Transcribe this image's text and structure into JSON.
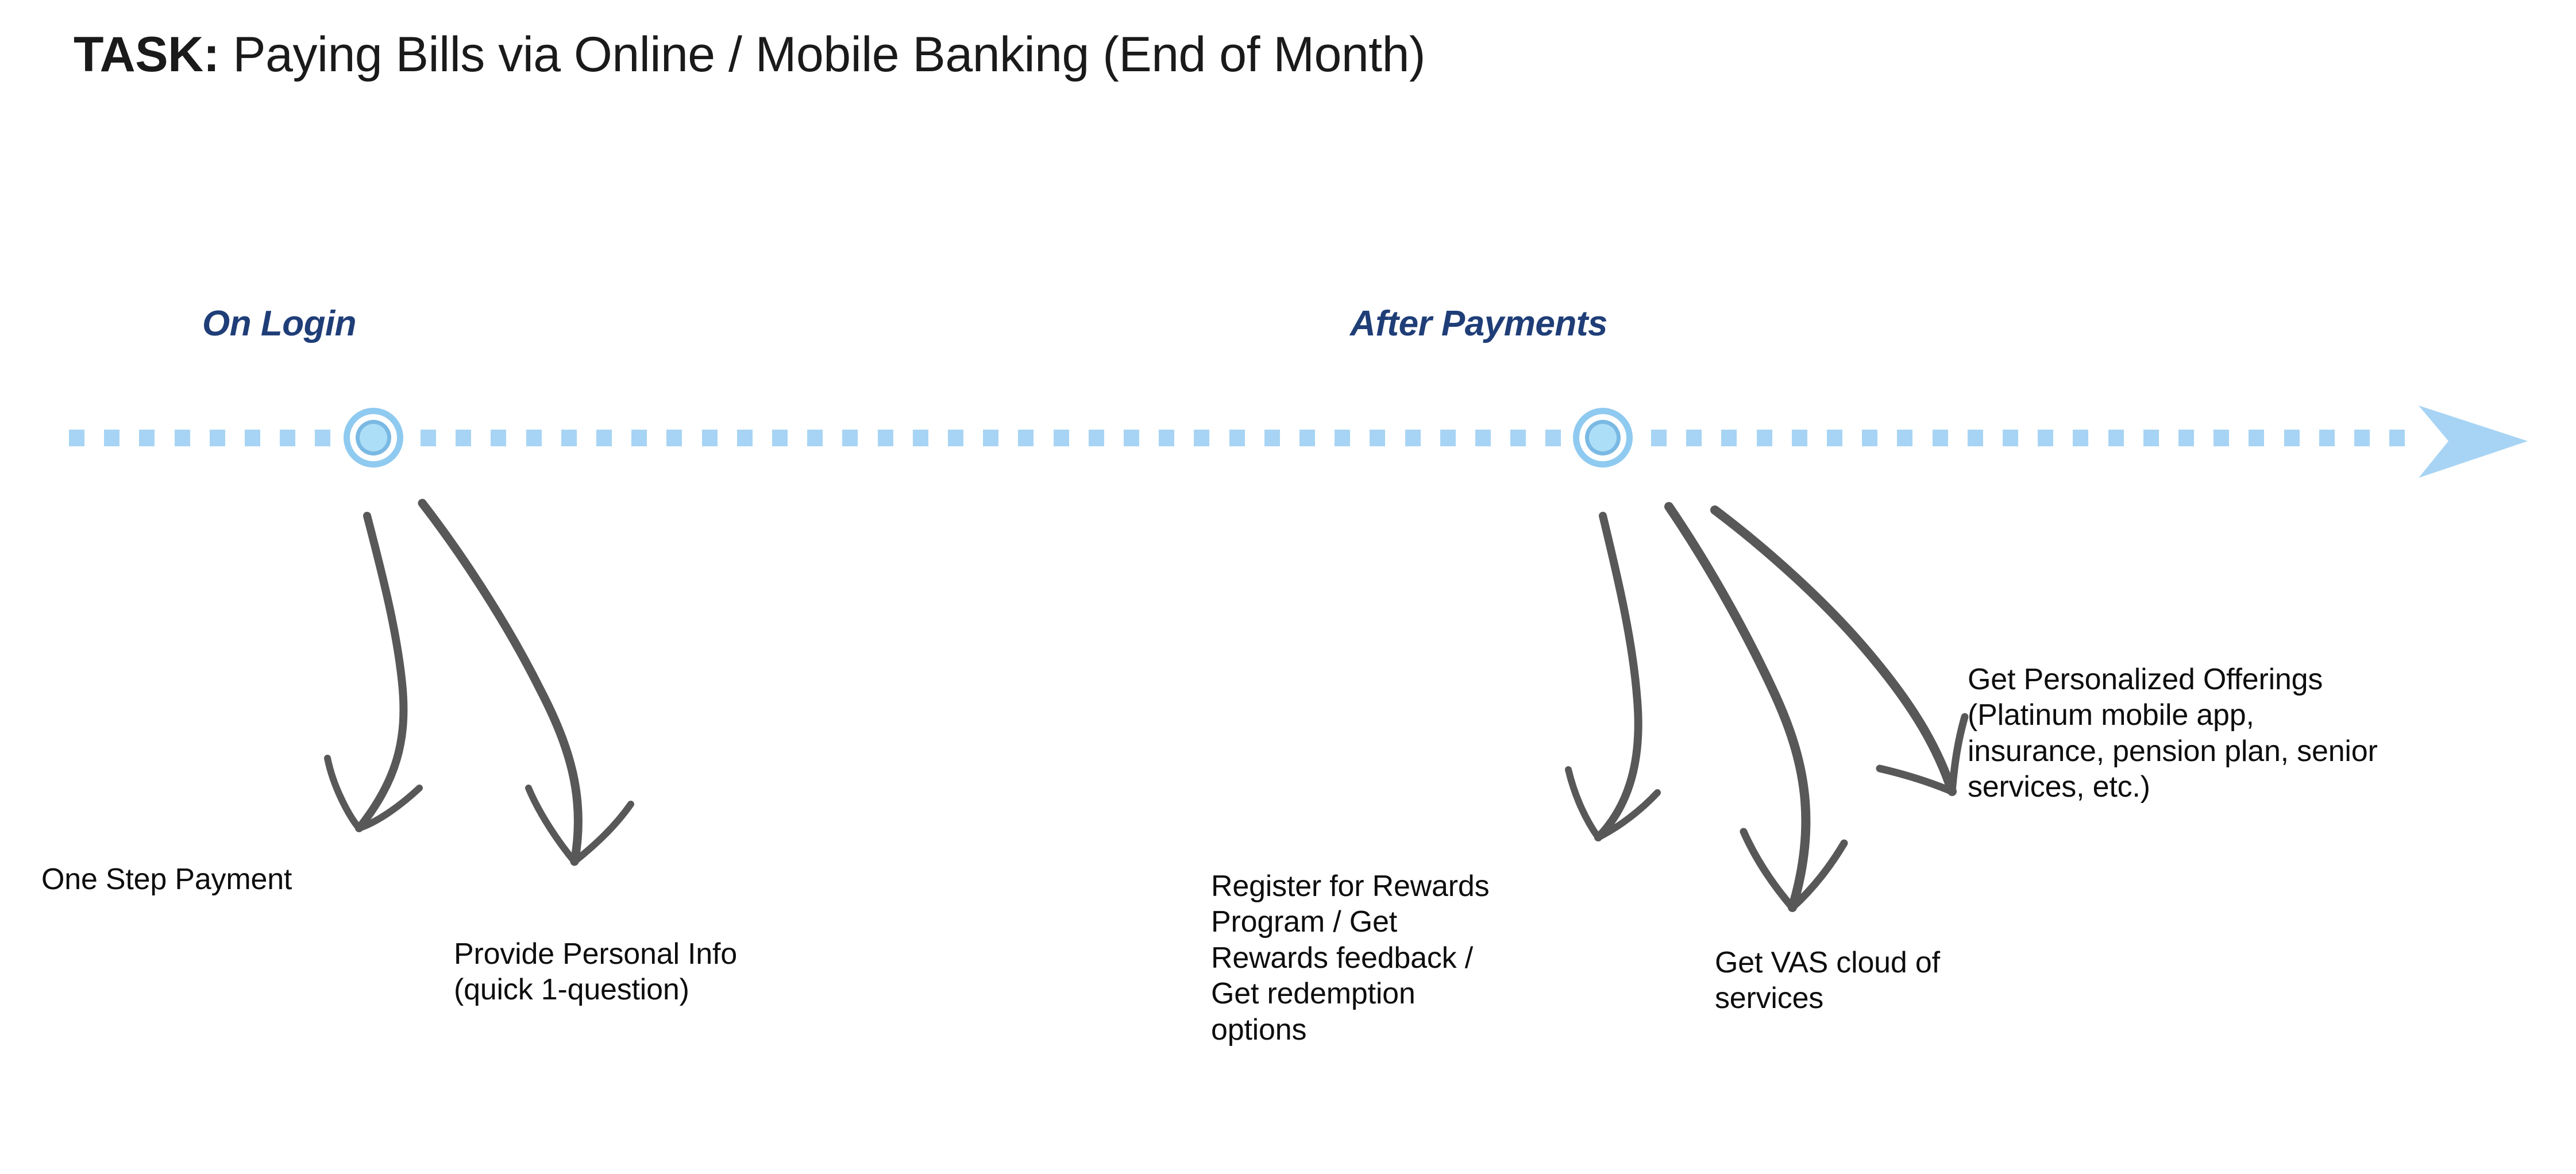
{
  "title": {
    "prefix": "TASK:",
    "rest": " Paying Bills via Online / Mobile Banking (End of Month)",
    "full": "TASK: Paying Bills via Online / Mobile Banking (End of Month)"
  },
  "colors": {
    "timeline_dot": "#a7d4f4",
    "milestone_outer_ring": "#8fcaf0",
    "milestone_inner_ring": "#7ab9e4",
    "milestone_core": "#addef8",
    "arrowhead": "#a7d4f4",
    "phase_label": "#1f3e78",
    "caption_text": "#0d0d0d",
    "sketch_arrow": "#585858",
    "background": "#ffffff"
  },
  "timeline": {
    "phases": [
      {
        "id": "on-login",
        "label": "On Login"
      },
      {
        "id": "after-payments",
        "label": "After Payments"
      }
    ],
    "end_arrow_icon": "arrow-right-icon"
  },
  "captions": [
    {
      "id": "one-step-payment",
      "text": "One Step Payment",
      "phase": "on-login"
    },
    {
      "id": "provide-personal-info",
      "text": "Provide Personal Info\n(quick 1-question)",
      "phase": "on-login"
    },
    {
      "id": "register-for-rewards",
      "text": "Register for Rewards\nProgram / Get\nRewards feedback /\nGet redemption\noptions",
      "phase": "after-payments"
    },
    {
      "id": "get-vas-cloud",
      "text": "Get VAS cloud of\nservices",
      "phase": "after-payments"
    },
    {
      "id": "get-personalized-offerings",
      "text": "Get Personalized Offerings\n(Platinum mobile app,\ninsurance, pension plan, senior\nservices, etc.)",
      "phase": "after-payments"
    }
  ]
}
